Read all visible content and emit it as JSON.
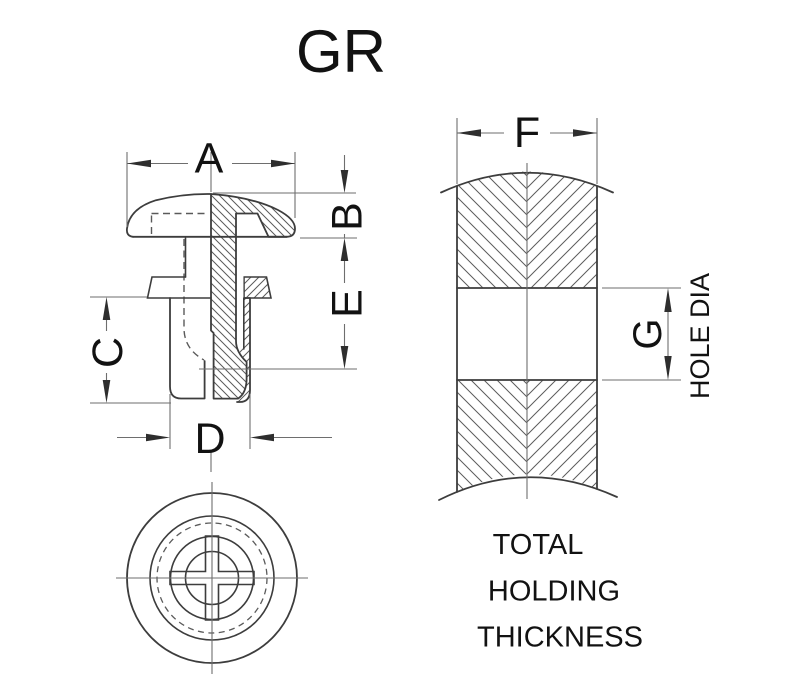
{
  "title": "GR",
  "dim_labels": {
    "a": "A",
    "b": "B",
    "c": "C",
    "d": "D",
    "e": "E",
    "f": "F",
    "g": "G"
  },
  "annotations": {
    "hole_dia": "HOLE DIA",
    "caption": [
      "TOTAL",
      "HOLDING",
      "THICKNESS"
    ]
  },
  "colors": {
    "background": "#ffffff",
    "line": "#3d3d3d",
    "thin_line": "#6e6e6e",
    "text": "#121212"
  }
}
